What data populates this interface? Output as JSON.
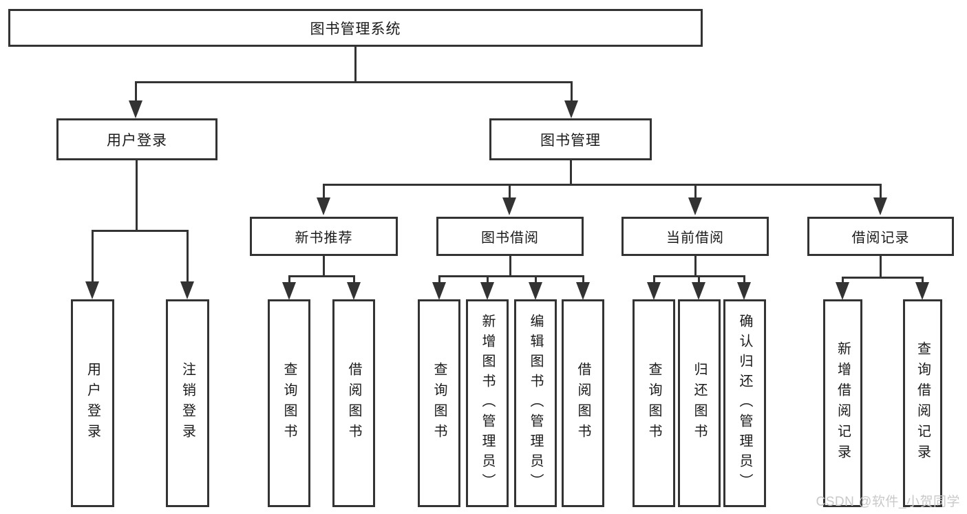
{
  "diagram": {
    "type": "hierarchy-tree",
    "title": "图书管理系统",
    "level2": [
      {
        "id": "user-login",
        "label": "用户登录",
        "parent": "图书管理系统"
      },
      {
        "id": "book-management",
        "label": "图书管理",
        "parent": "图书管理系统"
      }
    ],
    "level3": [
      {
        "id": "new-book-recommend",
        "label": "新书推荐",
        "parent": "图书管理"
      },
      {
        "id": "book-borrow",
        "label": "图书借阅",
        "parent": "图书管理"
      },
      {
        "id": "current-borrow",
        "label": "当前借阅",
        "parent": "图书管理"
      },
      {
        "id": "borrow-records",
        "label": "借阅记录",
        "parent": "图书管理"
      }
    ],
    "leaves": [
      {
        "id": "leaf-user-login",
        "label": "用户登录",
        "parent": "用户登录"
      },
      {
        "id": "leaf-logout",
        "label": "注销登录",
        "parent": "用户登录"
      },
      {
        "id": "leaf-query-books-recommend",
        "label": "查询图书",
        "parent": "新书推荐"
      },
      {
        "id": "leaf-borrow-books-recommend",
        "label": "借阅图书",
        "parent": "新书推荐"
      },
      {
        "id": "leaf-query-books-borrow",
        "label": "查询图书",
        "parent": "图书借阅"
      },
      {
        "id": "leaf-add-books-admin",
        "label": "新增图书（管理员）",
        "parent": "图书借阅"
      },
      {
        "id": "leaf-edit-books-admin",
        "label": "编辑图书（管理员）",
        "parent": "图书借阅"
      },
      {
        "id": "leaf-borrow-books-borrow",
        "label": "借阅图书",
        "parent": "图书借阅"
      },
      {
        "id": "leaf-query-books-current",
        "label": "查询图书",
        "parent": "当前借阅"
      },
      {
        "id": "leaf-return-books",
        "label": "归还图书",
        "parent": "当前借阅"
      },
      {
        "id": "leaf-confirm-return-admin",
        "label": "确认归还（管理员）",
        "parent": "当前借阅"
      },
      {
        "id": "leaf-add-borrow-record",
        "label": "新增借阅记录",
        "parent": "借阅记录"
      },
      {
        "id": "leaf-query-borrow-record",
        "label": "查询借阅记录",
        "parent": "借阅记录"
      }
    ],
    "watermark": "CSDN @软件_小贺同学",
    "colors": {
      "line": "#333333",
      "box_border": "#333333",
      "text": "#1a1a1a",
      "watermark": "#c9c9c9",
      "background": "#ffffff"
    }
  }
}
